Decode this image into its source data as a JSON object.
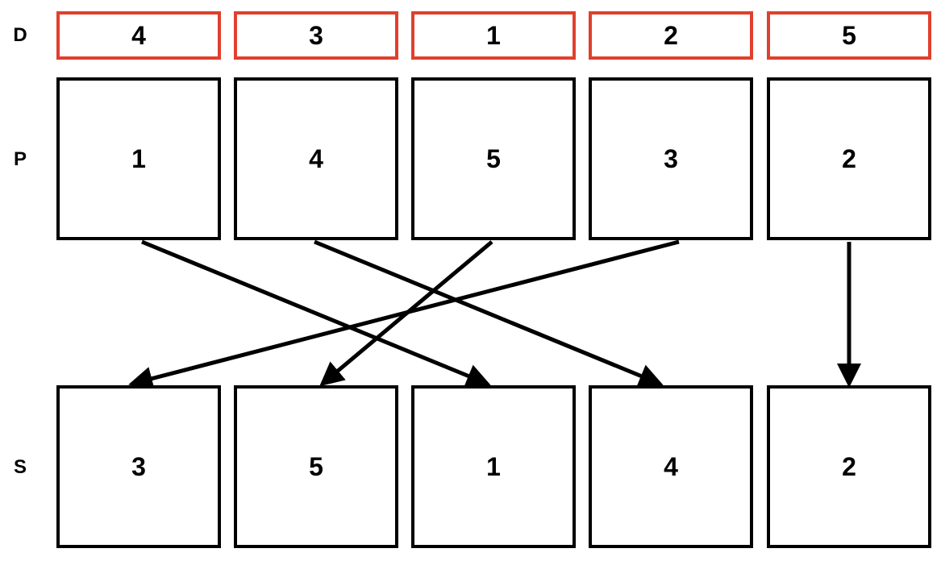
{
  "rows": {
    "d_label": "D",
    "p_label": "P",
    "s_label": "S"
  },
  "d": [
    "4",
    "3",
    "1",
    "2",
    "5"
  ],
  "p": [
    "1",
    "4",
    "5",
    "3",
    "2"
  ],
  "s": [
    "3",
    "5",
    "1",
    "4",
    "2"
  ],
  "mapping": [
    {
      "from": 0,
      "to": 2
    },
    {
      "from": 1,
      "to": 3
    },
    {
      "from": 2,
      "to": 1
    },
    {
      "from": 3,
      "to": 0
    },
    {
      "from": 4,
      "to": 4
    }
  ],
  "colors": {
    "d_border": "#e0402e",
    "box_border": "#000000",
    "arrow": "#000000"
  }
}
